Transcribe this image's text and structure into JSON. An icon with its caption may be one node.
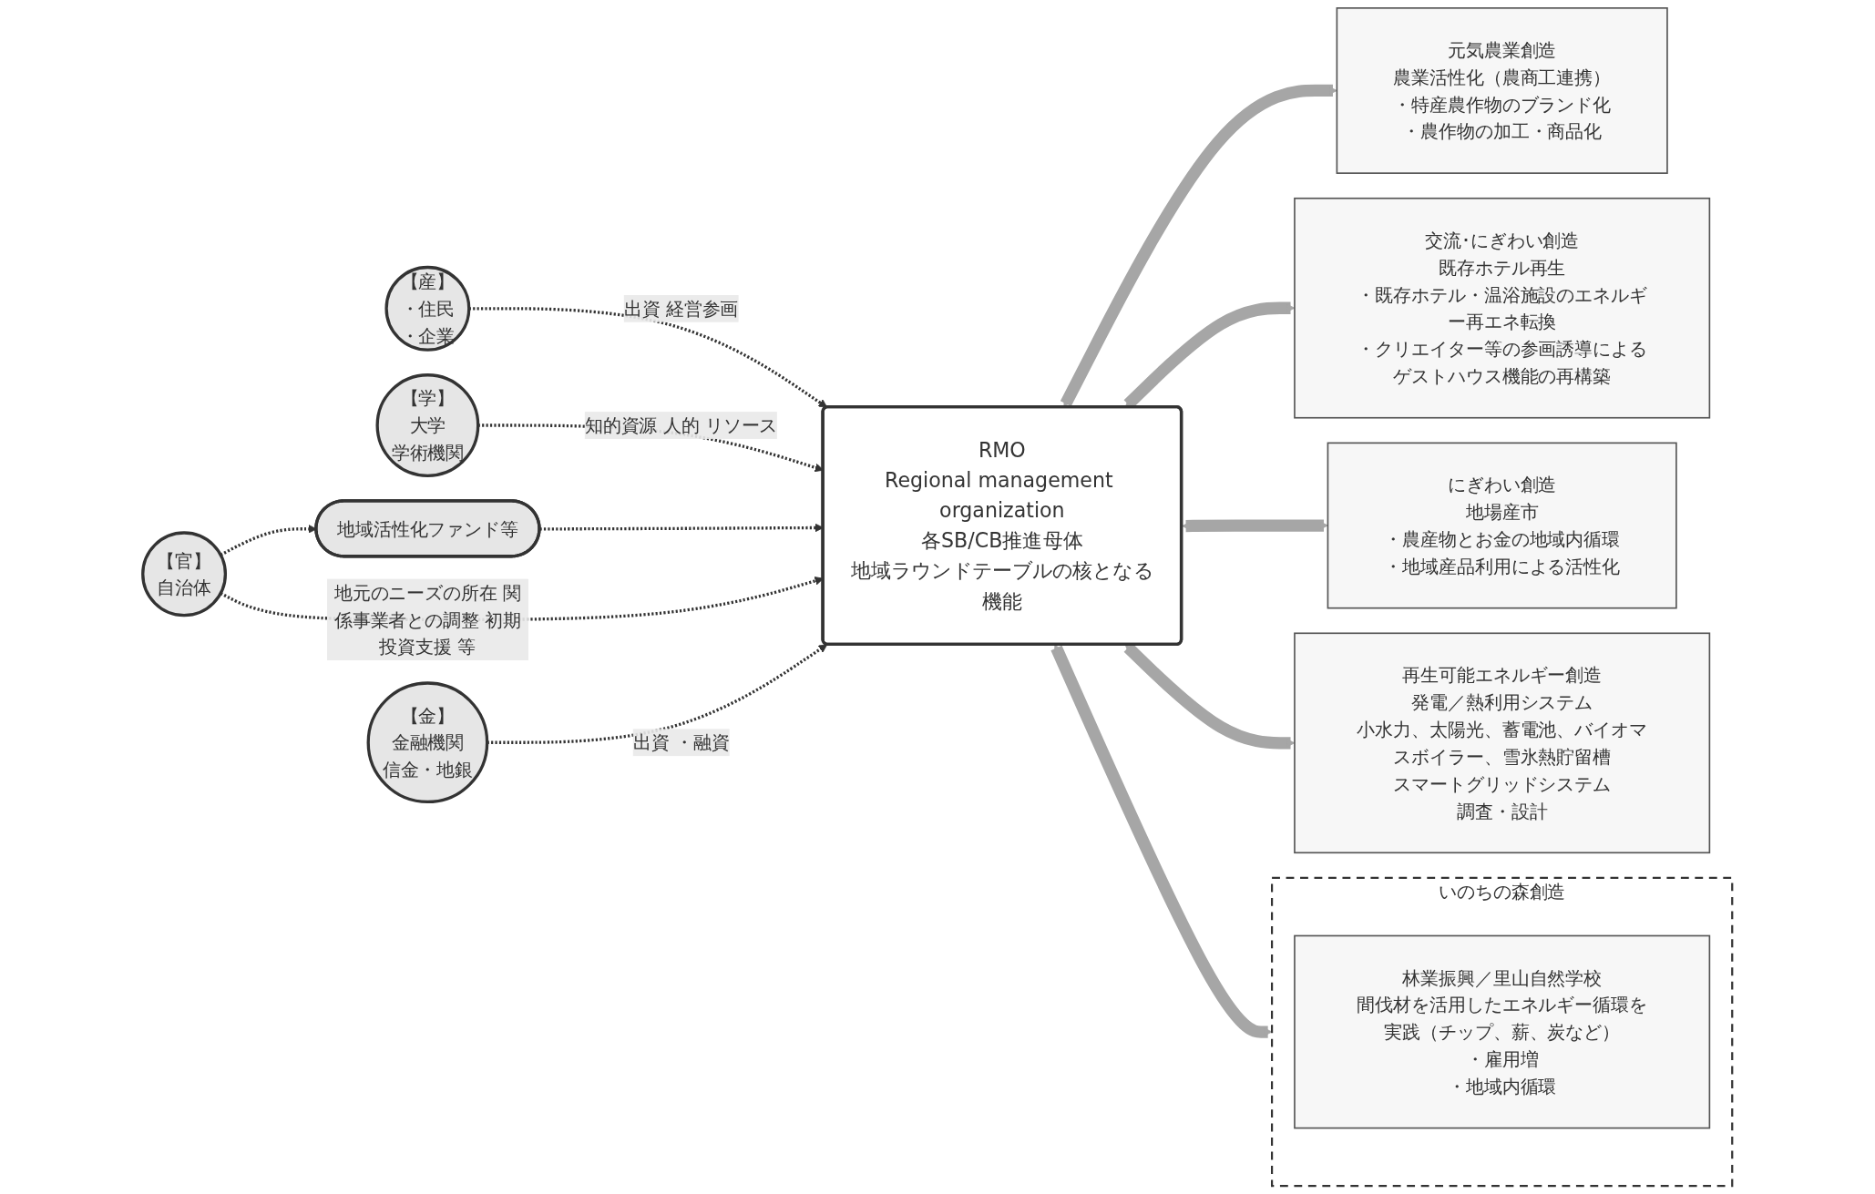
{
  "diagram": {
    "nodes": [
      {
        "text": [
          "RMO",
          "Regional management organization",
          "各SB/CB推進母体",
          "地域ラウンドテーブルの核となる機能"
        ]
      },
      {
        "text": [
          "【産】",
          "・住民",
          "・企業"
        ]
      },
      {
        "text": [
          "【学】",
          "大学",
          "学術機関"
        ]
      },
      {
        "text": [
          "元気農業創造",
          "農業活性化（農商工連携）",
          "・特産農作物のブランド化",
          "・農作物の加工・商品化"
        ]
      },
      {
        "text": [
          "交流･にぎわい創造",
          "既存ホテル再生",
          "・既存ホテル・温浴施設のエネルギー再エネ転換",
          "・クリエイター等の参画誘導によるゲストハウス機能の再構築"
        ]
      },
      {
        "text": [
          "にぎわい創造",
          "地場産市",
          "・農産物とお金の地域内循環",
          "・地域産品利用による活性化"
        ]
      },
      {
        "text": [
          "再生可能エネルギー創造",
          "発電／熱利用システム",
          "小水力、太陽光、蓄電池、バイオマスボイラー、雪氷熱貯留槽",
          "スマートグリッドシステム",
          "調査・設計"
        ]
      },
      {
        "text": [
          "地域活性化ファンド等"
        ]
      },
      {
        "text": [
          "いのちの森創造"
        ]
      },
      {
        "text": [
          "林業振興／里山自然学校",
          "間伐材を活用したエネルギー循環を実践（チップ、薪、炭など）",
          "・雇用増",
          "・地域内循環"
        ],
        "in": 8
      },
      {
        "text": [
          "【官】",
          "自治体"
        ]
      },
      {
        "text": [
          "【金】",
          "金融機関",
          "信金・地銀"
        ]
      }
    ],
    "edges": [
      {
        "from": 1,
        "to": 0,
        "arrow": "to",
        "style": "dashed",
        "label": "出資 経営参画"
      },
      {
        "from": 2,
        "to": 0,
        "arrow": "to",
        "style": "dashed",
        "label": "知的資源 人的 リソース"
      },
      {
        "from": 3,
        "to": 0,
        "arrow": "both",
        "style": "thick",
        "color": "#a6a6a6"
      },
      {
        "from": 4,
        "to": 0,
        "arrow": "both",
        "style": "thick",
        "color": "#a6a6a6"
      },
      {
        "from": 5,
        "to": 0,
        "arrow": "both",
        "style": "thick",
        "color": "#a6a6a6"
      },
      {
        "from": 6,
        "to": 0,
        "arrow": "both",
        "style": "thick",
        "color": "#a6a6a6"
      },
      {
        "from": 7,
        "to": 0,
        "arrow": "to",
        "style": "dashed"
      },
      {
        "from": 8,
        "to": 0,
        "arrow": "both",
        "style": "thick",
        "color": "#a6a6a6"
      },
      {
        "from": 10,
        "to": 0,
        "arrow": "to",
        "style": "dashed",
        "label": "地元のニーズの所在 関係事業者との調整 初期投資支援 等"
      },
      {
        "from": 11,
        "to": 0,
        "arrow": "to",
        "style": "dashed",
        "label": "出資 ・融資"
      },
      {
        "from": 10,
        "to": 7,
        "arrow": "to",
        "style": "dashed"
      }
    ]
  }
}
